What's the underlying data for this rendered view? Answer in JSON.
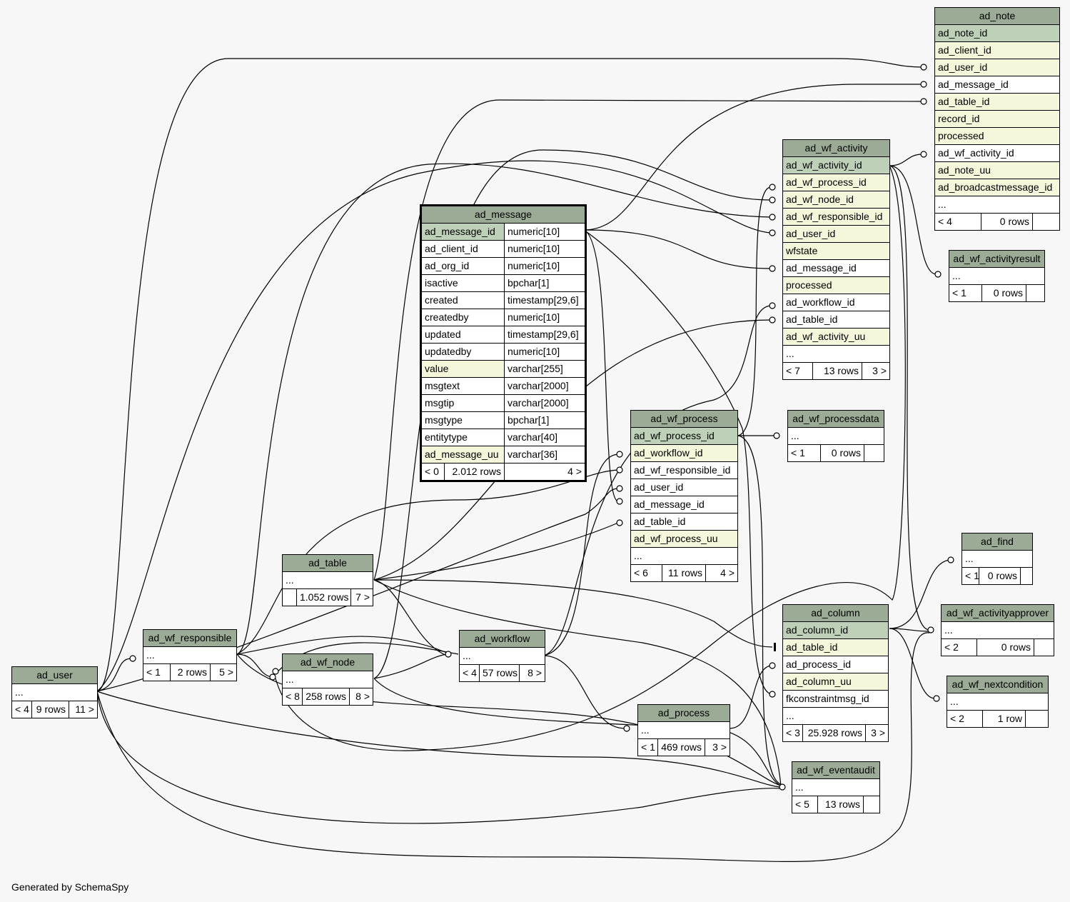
{
  "generator": "Generated by SchemaSpy",
  "tables": {
    "ad_note": {
      "title": "ad_note",
      "columns": [
        {
          "name": "ad_note_id",
          "kind": "pk"
        },
        {
          "name": "ad_client_id",
          "kind": "idx"
        },
        {
          "name": "ad_user_id",
          "kind": "idx"
        },
        {
          "name": "ad_message_id",
          "kind": "plain"
        },
        {
          "name": "ad_table_id",
          "kind": "idx"
        },
        {
          "name": "record_id",
          "kind": "idx"
        },
        {
          "name": "processed",
          "kind": "idx"
        },
        {
          "name": "ad_wf_activity_id",
          "kind": "plain"
        },
        {
          "name": "ad_note_uu",
          "kind": "idx"
        },
        {
          "name": "ad_broadcastmessage_id",
          "kind": "idx"
        },
        {
          "name": "...",
          "kind": "plain"
        }
      ],
      "footer": {
        "left": "< 4",
        "mid": "0 rows",
        "right": ""
      }
    },
    "ad_wf_activity": {
      "title": "ad_wf_activity",
      "columns": [
        {
          "name": "ad_wf_activity_id",
          "kind": "pk"
        },
        {
          "name": "ad_wf_process_id",
          "kind": "idx"
        },
        {
          "name": "ad_wf_node_id",
          "kind": "idx"
        },
        {
          "name": "ad_wf_responsible_id",
          "kind": "idx"
        },
        {
          "name": "ad_user_id",
          "kind": "idx"
        },
        {
          "name": "wfstate",
          "kind": "idx"
        },
        {
          "name": "ad_message_id",
          "kind": "plain"
        },
        {
          "name": "processed",
          "kind": "idx"
        },
        {
          "name": "ad_workflow_id",
          "kind": "plain"
        },
        {
          "name": "ad_table_id",
          "kind": "plain"
        },
        {
          "name": "ad_wf_activity_uu",
          "kind": "idx"
        },
        {
          "name": "...",
          "kind": "plain"
        }
      ],
      "footer": {
        "left": "< 7",
        "mid": "13 rows",
        "right": "3 >"
      }
    },
    "ad_wf_activityresult": {
      "title": "ad_wf_activityresult",
      "columns": [
        {
          "name": "...",
          "kind": "plain"
        }
      ],
      "footer": {
        "left": "< 1",
        "mid": "0 rows",
        "right": ""
      }
    },
    "ad_message": {
      "title": "ad_message",
      "columns": [
        {
          "name": "ad_message_id",
          "type": "numeric[10]",
          "kind": "pk"
        },
        {
          "name": "ad_client_id",
          "type": "numeric[10]",
          "kind": "plain"
        },
        {
          "name": "ad_org_id",
          "type": "numeric[10]",
          "kind": "plain"
        },
        {
          "name": "isactive",
          "type": "bpchar[1]",
          "kind": "plain"
        },
        {
          "name": "created",
          "type": "timestamp[29,6]",
          "kind": "plain"
        },
        {
          "name": "createdby",
          "type": "numeric[10]",
          "kind": "plain"
        },
        {
          "name": "updated",
          "type": "timestamp[29,6]",
          "kind": "plain"
        },
        {
          "name": "updatedby",
          "type": "numeric[10]",
          "kind": "plain"
        },
        {
          "name": "value",
          "type": "varchar[255]",
          "kind": "idx"
        },
        {
          "name": "msgtext",
          "type": "varchar[2000]",
          "kind": "plain"
        },
        {
          "name": "msgtip",
          "type": "varchar[2000]",
          "kind": "plain"
        },
        {
          "name": "msgtype",
          "type": "bpchar[1]",
          "kind": "plain"
        },
        {
          "name": "entitytype",
          "type": "varchar[40]",
          "kind": "plain"
        },
        {
          "name": "ad_message_uu",
          "type": "varchar[36]",
          "kind": "idx"
        }
      ],
      "footer": {
        "left": "< 0",
        "mid": "2.012 rows",
        "right": "4 >"
      }
    },
    "ad_wf_process": {
      "title": "ad_wf_process",
      "columns": [
        {
          "name": "ad_wf_process_id",
          "kind": "pk"
        },
        {
          "name": "ad_workflow_id",
          "kind": "idx"
        },
        {
          "name": "ad_wf_responsible_id",
          "kind": "plain"
        },
        {
          "name": "ad_user_id",
          "kind": "plain"
        },
        {
          "name": "ad_message_id",
          "kind": "plain"
        },
        {
          "name": "ad_table_id",
          "kind": "plain"
        },
        {
          "name": "ad_wf_process_uu",
          "kind": "idx"
        },
        {
          "name": "...",
          "kind": "plain"
        }
      ],
      "footer": {
        "left": "< 6",
        "mid": "11 rows",
        "right": "4 >"
      }
    },
    "ad_wf_processdata": {
      "title": "ad_wf_processdata",
      "columns": [
        {
          "name": "...",
          "kind": "plain"
        }
      ],
      "footer": {
        "left": "< 1",
        "mid": "0 rows",
        "right": ""
      }
    },
    "ad_find": {
      "title": "ad_find",
      "columns": [
        {
          "name": "...",
          "kind": "plain"
        }
      ],
      "footer": {
        "left": "< 1",
        "mid": "0 rows",
        "right": ""
      }
    },
    "ad_wf_activityapprover": {
      "title": "ad_wf_activityapprover",
      "columns": [
        {
          "name": "...",
          "kind": "plain"
        }
      ],
      "footer": {
        "left": "< 2",
        "mid": "0 rows",
        "right": ""
      }
    },
    "ad_wf_nextcondition": {
      "title": "ad_wf_nextcondition",
      "columns": [
        {
          "name": "...",
          "kind": "plain"
        }
      ],
      "footer": {
        "left": "< 2",
        "mid": "1 row",
        "right": ""
      }
    },
    "ad_column": {
      "title": "ad_column",
      "columns": [
        {
          "name": "ad_column_id",
          "kind": "pk"
        },
        {
          "name": "ad_table_id",
          "kind": "idx"
        },
        {
          "name": "ad_process_id",
          "kind": "plain"
        },
        {
          "name": "ad_column_uu",
          "kind": "idx"
        },
        {
          "name": "fkconstraintmsg_id",
          "kind": "plain"
        },
        {
          "name": "...",
          "kind": "plain"
        }
      ],
      "footer": {
        "left": "< 3",
        "mid": "25.928 rows",
        "right": "3 >"
      }
    },
    "ad_table": {
      "title": "ad_table",
      "columns": [
        {
          "name": "...",
          "kind": "plain"
        }
      ],
      "footer": {
        "left": "",
        "mid": "1.052 rows",
        "right": "7 >"
      }
    },
    "ad_workflow": {
      "title": "ad_workflow",
      "columns": [
        {
          "name": "...",
          "kind": "plain"
        }
      ],
      "footer": {
        "left": "< 4",
        "mid": "57 rows",
        "right": "8 >"
      }
    },
    "ad_wf_responsible": {
      "title": "ad_wf_responsible",
      "columns": [
        {
          "name": "...",
          "kind": "plain"
        }
      ],
      "footer": {
        "left": "< 1",
        "mid": "2 rows",
        "right": "5 >"
      }
    },
    "ad_wf_node": {
      "title": "ad_wf_node",
      "columns": [
        {
          "name": "...",
          "kind": "plain"
        }
      ],
      "footer": {
        "left": "< 8",
        "mid": "258 rows",
        "right": "8 >"
      }
    },
    "ad_user": {
      "title": "ad_user",
      "columns": [
        {
          "name": "...",
          "kind": "plain"
        }
      ],
      "footer": {
        "left": "< 4",
        "mid": "9 rows",
        "right": "11 >"
      }
    },
    "ad_process": {
      "title": "ad_process",
      "columns": [
        {
          "name": "...",
          "kind": "plain"
        }
      ],
      "footer": {
        "left": "< 1",
        "mid": "469 rows",
        "right": "3 >"
      }
    },
    "ad_wf_eventaudit": {
      "title": "ad_wf_eventaudit",
      "columns": [
        {
          "name": "...",
          "kind": "plain"
        }
      ],
      "footer": {
        "left": "< 5",
        "mid": "13 rows",
        "right": ""
      }
    }
  }
}
